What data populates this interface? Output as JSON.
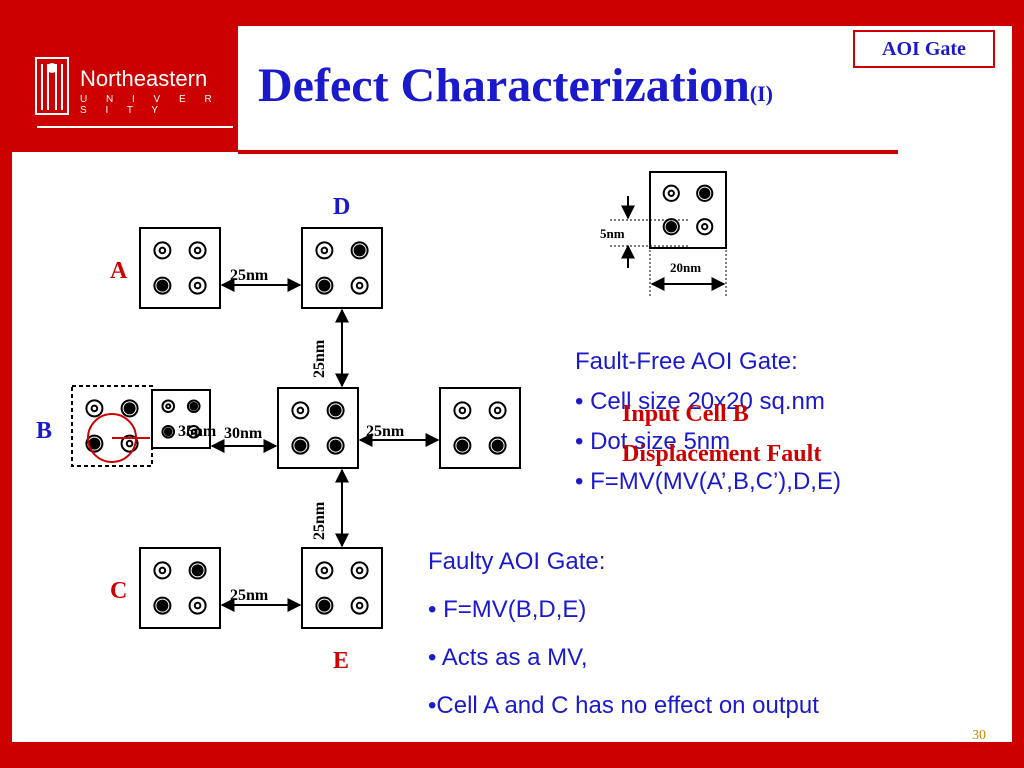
{
  "slide": {
    "university_name": "Northeastern",
    "university_sub": "U N I V E R S I T Y",
    "title": "Defect Characterization",
    "title_suffix": "(I)",
    "tag": "AOI Gate",
    "page_number": "30"
  },
  "diagram": {
    "cells": {
      "A": "A",
      "B": "B",
      "C": "C",
      "D": "D",
      "E": "E"
    },
    "dims": {
      "gap_top": "25nm",
      "gap_bottom": "25nm",
      "gap_right": "25nm",
      "vertical_top": "25nm",
      "vertical_bottom": "25nm",
      "left_35": "35nm",
      "left_30": "30nm",
      "legend_dot": "5nm",
      "legend_cell": "20nm"
    }
  },
  "fault_free": {
    "heading": "Fault-Free AOI Gate:",
    "bullets": [
      "Cell size 20x20 sq.nm",
      "Dot size 5nm",
      "F=MV(MV(A’,B,C’),D,E)"
    ]
  },
  "faulty": {
    "heading": "Faulty AOI Gate:",
    "bullets": [
      "F=MV(B,D,E)",
      "Acts as a MV,",
      "Cell A and C has no effect on output"
    ]
  },
  "overlay": {
    "line1": "Input Cell B",
    "line2": "Displacement Fault"
  },
  "colors": {
    "border": "#cc0000",
    "text": "#1a1acc",
    "overlay": "#cc0000"
  }
}
